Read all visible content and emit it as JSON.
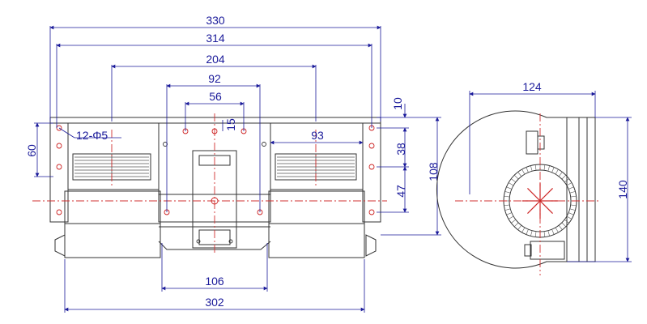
{
  "colors": {
    "outline": "#333333",
    "dimension": "#1a1a9a",
    "centerline": "#d23030",
    "hole": "#cc2222"
  },
  "front_view": {
    "dimensions": {
      "overall_width": "330",
      "outer_hole_span": "314",
      "wheel_span": "204",
      "inner_hole_span": "92",
      "motor_hole_span": "56",
      "motor_hole_offset": "15",
      "outlet_width": "93",
      "top_hole_offset": "10",
      "hole_pitch_upper": "38",
      "hole_pitch_lower": "47",
      "overall_height": "108",
      "left_flange_height": "60",
      "mounting_holes": "12-Φ5",
      "foot_span": "106",
      "base_width": "302"
    }
  },
  "side_view": {
    "dimensions": {
      "width": "124",
      "height": "140"
    }
  }
}
